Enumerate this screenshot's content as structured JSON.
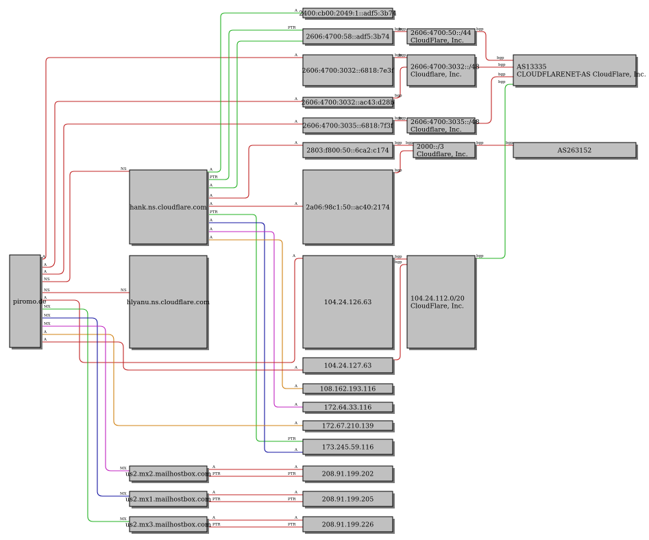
{
  "colors": {
    "A": "#c02020",
    "NS": "#c02020",
    "PTR_A": "#20b020",
    "bgp": "#c02020",
    "bgp_green": "#20b020",
    "MX_green": "#20b020",
    "MX_blue": "#1010a0",
    "MX_magenta": "#c020c0",
    "A_orange": "#d08010",
    "A_magenta": "#c020c0",
    "A_blue": "#1010a0",
    "A_green": "#20b020"
  },
  "nodes": {
    "piromo": {
      "lines": [
        "piromo.de"
      ]
    },
    "hank": {
      "lines": [
        "hank.ns.cloudflare.com"
      ]
    },
    "hlyanu": {
      "lines": [
        "hlyanu.ns.cloudflare.com"
      ]
    },
    "mx2": {
      "lines": [
        "us2.mx2.mailhostbox.com"
      ]
    },
    "mx1": {
      "lines": [
        "us2.mx1.mailhostbox.com"
      ]
    },
    "mx3": {
      "lines": [
        "us2.mx3.mailhostbox.com"
      ]
    },
    "ip6_2400": {
      "lines": [
        "2400:cb00:2049:1::adf5:3b74"
      ]
    },
    "ip6_4700_58": {
      "lines": [
        "2606:4700:58::adf5:3b74"
      ]
    },
    "ip6_3032_6818": {
      "lines": [
        "2606:4700:3032::6818:7e3f"
      ]
    },
    "ip6_3032_ac43": {
      "lines": [
        "2606:4700:3032::ac43:d28b"
      ]
    },
    "ip6_3035": {
      "lines": [
        "2606:4700:3035::6818:7f3f"
      ]
    },
    "ip6_2803": {
      "lines": [
        "2803:f800:50::6ca2:c174"
      ]
    },
    "ip6_2a06": {
      "lines": [
        "2a06:98c1:50::ac40:2174"
      ]
    },
    "ip_126": {
      "lines": [
        "104.24.126.63"
      ]
    },
    "ip_127": {
      "lines": [
        "104.24.127.63"
      ]
    },
    "ip_108": {
      "lines": [
        "108.162.193.116"
      ]
    },
    "ip_172_64": {
      "lines": [
        "172.64.33.116"
      ]
    },
    "ip_172_67": {
      "lines": [
        "172.67.210.139"
      ]
    },
    "ip_173": {
      "lines": [
        "173.245.59.116"
      ]
    },
    "ip_202": {
      "lines": [
        "208.91.199.202"
      ]
    },
    "ip_205": {
      "lines": [
        "208.91.199.205"
      ]
    },
    "ip_226": {
      "lines": [
        "208.91.199.226"
      ]
    },
    "net_50": {
      "lines": [
        "2606:4700:50::/44",
        "CloudFlare, Inc."
      ]
    },
    "net_3032": {
      "lines": [
        "2606:4700:3032::/48",
        "Cloudflare, Inc."
      ]
    },
    "net_3035": {
      "lines": [
        "2606:4700:3035::/48",
        "Cloudflare, Inc."
      ]
    },
    "net_2000": {
      "lines": [
        "2000::/3",
        "Cloudflare, Inc."
      ]
    },
    "net_104": {
      "lines": [
        "104.24.112.0/20",
        "CloudFlare, Inc."
      ]
    },
    "as13335": {
      "lines": [
        "AS13335",
        "CLOUDFLARENET-AS CloudFlare, Inc."
      ]
    },
    "as263152": {
      "lines": [
        "AS263152"
      ]
    }
  },
  "edge_labels": {
    "A": "A",
    "NS": "NS",
    "MX": "MX",
    "PTR": "PTR",
    "bgp": "bgp"
  }
}
